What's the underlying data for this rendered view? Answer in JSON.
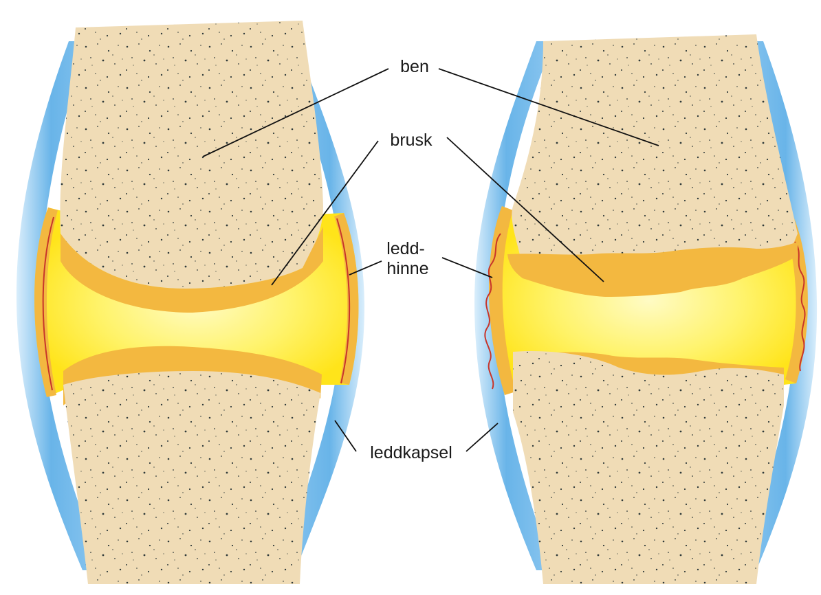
{
  "labels": {
    "bone": "ben",
    "cartilage": "brusk",
    "synovium_line1": "ledd-",
    "synovium_line2": "hinne",
    "capsule": "leddkapsel"
  },
  "colors": {
    "background": "#ffffff",
    "bone": "#f0dcb6",
    "bone_speckle": "#2f3a3a",
    "cartilage": "#f3b840",
    "synovial_fluid": "#fff12a",
    "synovial_fluid_core": "#fffbc4",
    "capsule": "#58ace6",
    "synovium_line": "#c8352a",
    "leader_line": "#111111"
  },
  "icons": [
    "healthy-joint-illustration",
    "damaged-joint-illustration"
  ]
}
